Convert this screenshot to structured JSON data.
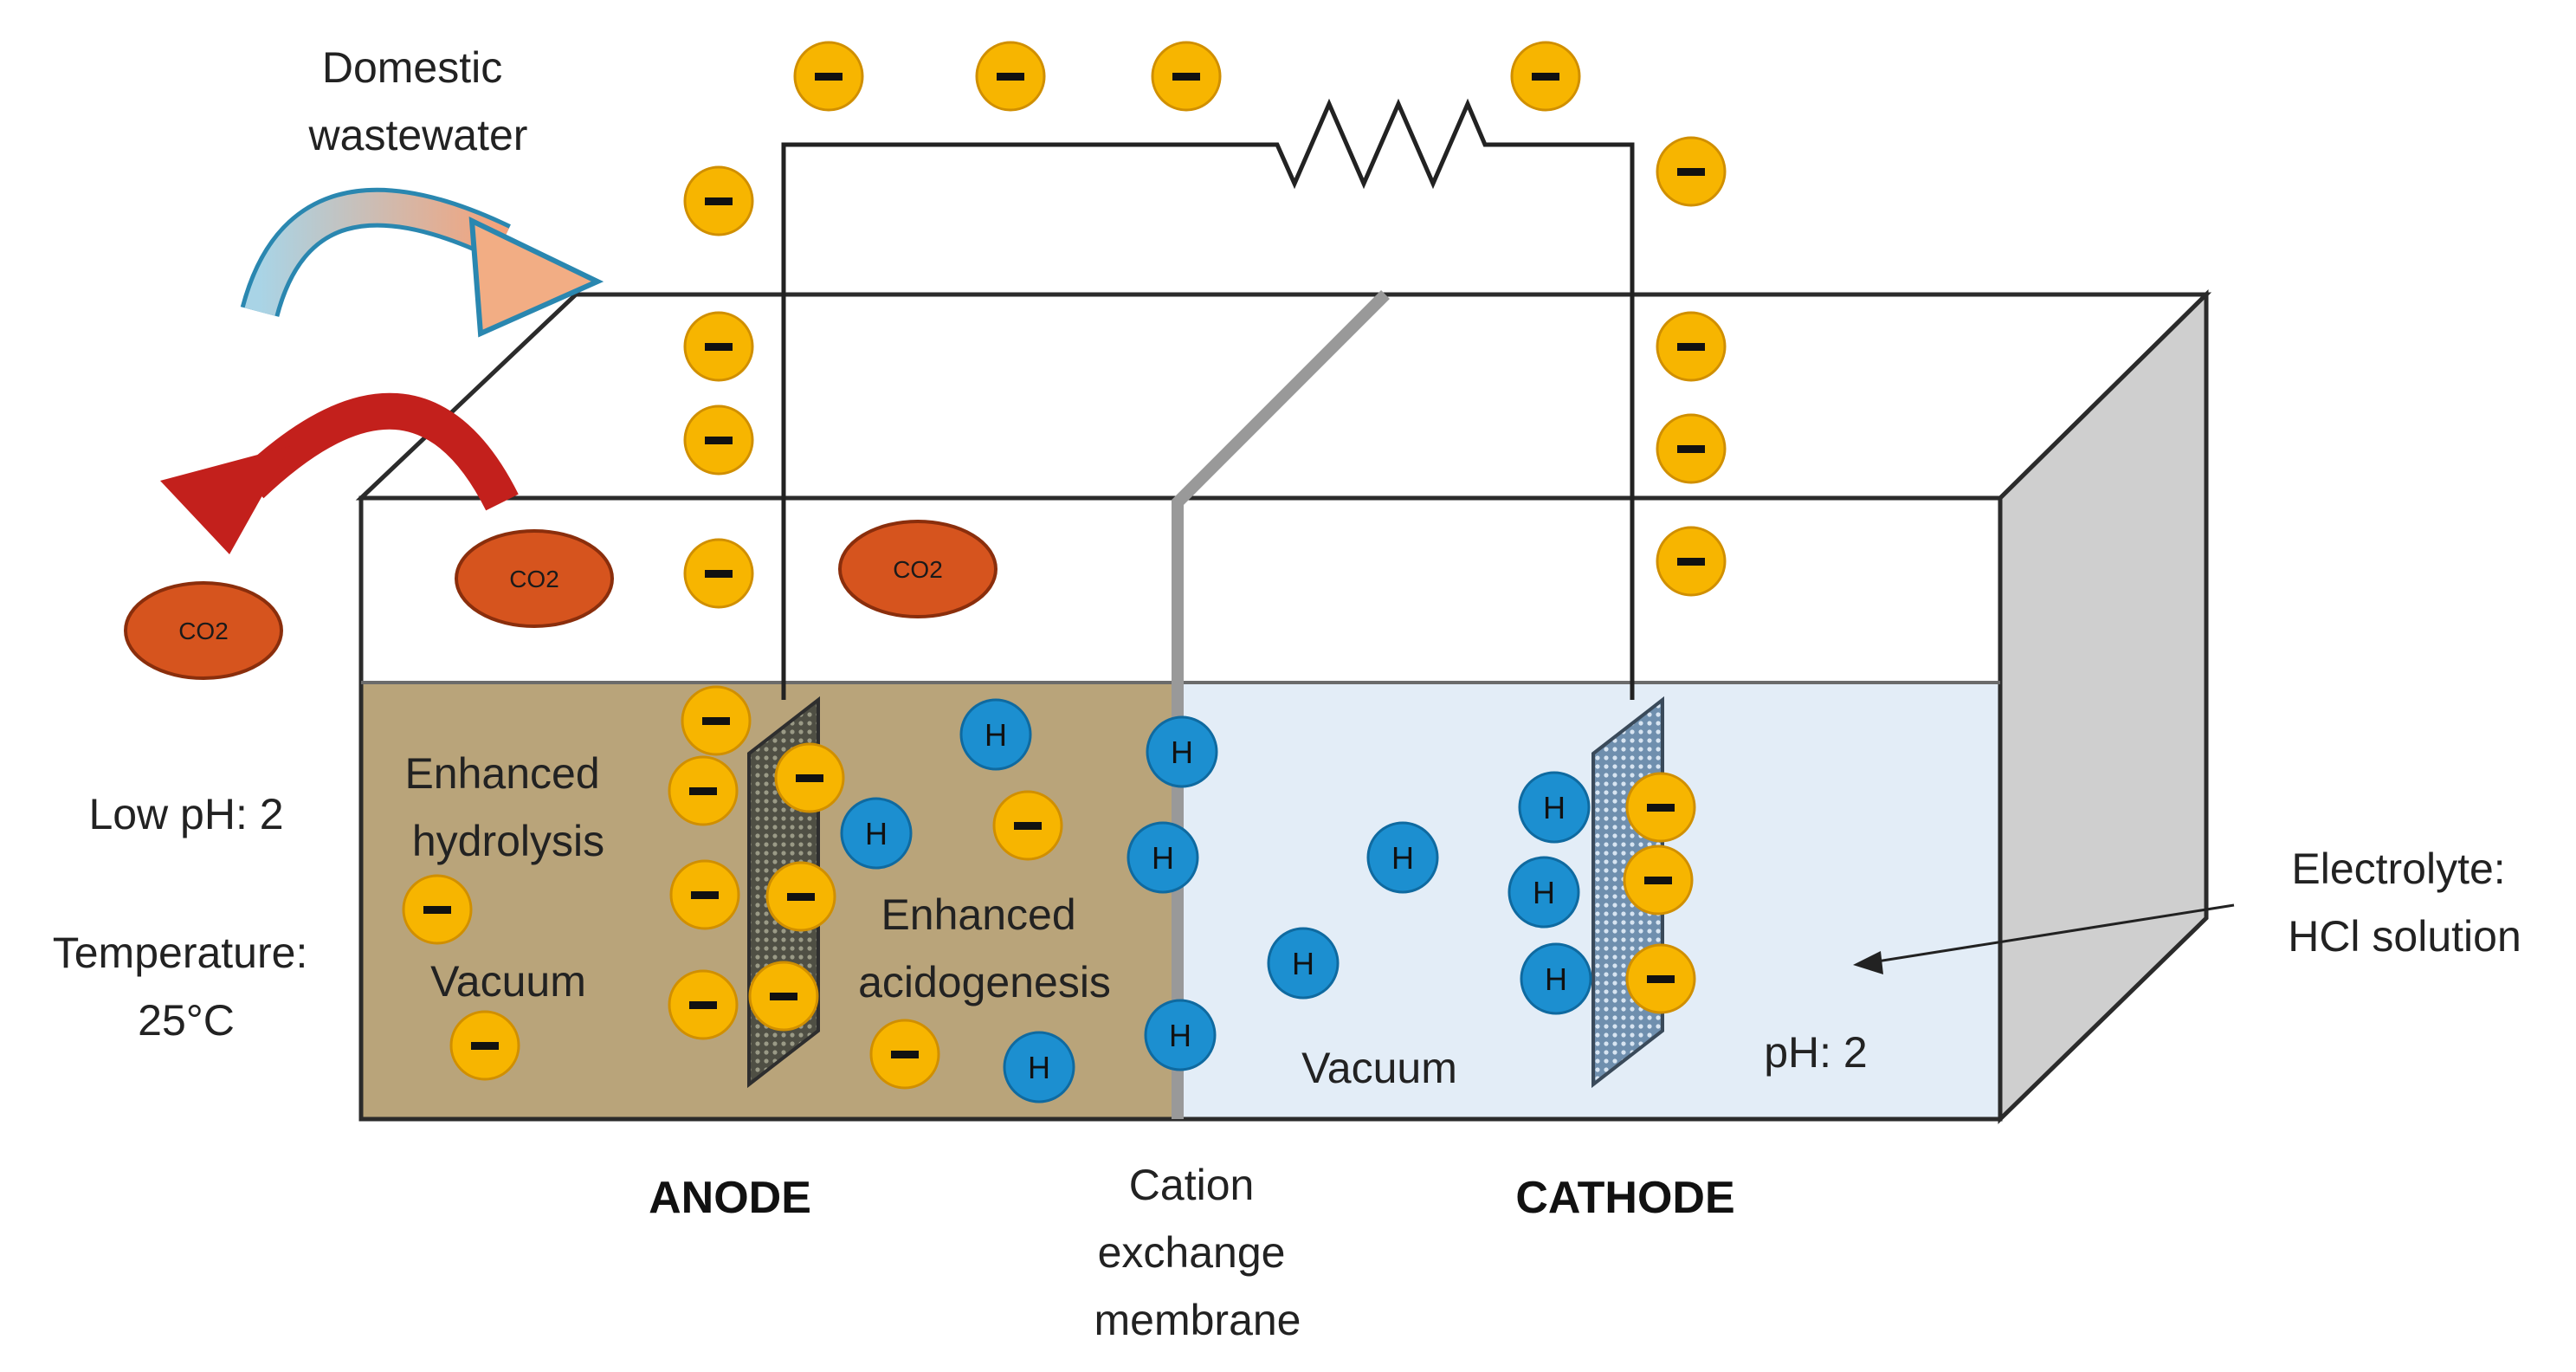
{
  "labels": {
    "domestic_wastewater": [
      "Domestic",
      "wastewater"
    ],
    "low_ph": "Low pH: 2",
    "temperature": [
      "Temperature:",
      "25°C"
    ],
    "anode_region": [
      "Enhanced",
      "hydrolysis"
    ],
    "anode_vacuum": "Vacuum",
    "acidogenesis": [
      "Enhanced",
      "acidogenesis"
    ],
    "cathode_vacuum": "Vacuum",
    "cathode_ph": "pH: 2",
    "electrolyte": [
      "Electrolyte:",
      "HCl solution"
    ],
    "anode": "ANODE",
    "cathode": "CATHODE",
    "membrane": [
      "Cation",
      "exchange",
      "membrane"
    ]
  },
  "symbols": {
    "electron": "−",
    "proton": "H",
    "co2": "CO2"
  },
  "colors": {
    "anolyte": "#b9a47a",
    "catholyte": "#e3edf7",
    "electron": "#f7b500",
    "proton": "#1c8fd0",
    "co2": "#d6541e",
    "inflow_arrow": "#f2ad84",
    "outflow_arrow": "#c3201c",
    "membrane": "#999999"
  },
  "icons": [
    "electron-particle",
    "proton-particle",
    "co2-bubble",
    "resistor-icon",
    "inflow-arrow-icon",
    "outflow-arrow-icon"
  ]
}
